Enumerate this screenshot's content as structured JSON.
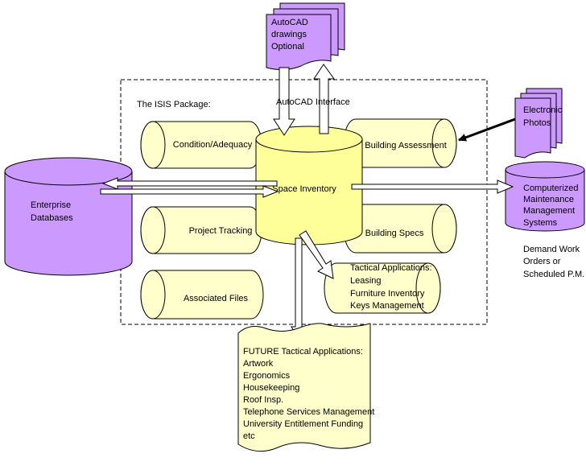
{
  "package_label": "The ISIS Package:",
  "interface_label": "AutoCAD Interface",
  "autocad_doc": {
    "lines": [
      "AutoCAD",
      "drawings",
      "Optional"
    ]
  },
  "photos_doc": {
    "lines": [
      "Electronic",
      "Photos"
    ]
  },
  "enterprise": {
    "lines": [
      "Enterprise",
      "Databases"
    ]
  },
  "space_inventory": {
    "label": "Space Inventory"
  },
  "modules": {
    "condition": "Condition/Adequacy",
    "building_assessment": "Building Assessment",
    "project_tracking": "Project Tracking",
    "building_specs": "Building Specs",
    "associated_files": "Associated Files"
  },
  "tactical": {
    "lines": [
      "Tactical Applications:",
      "Leasing",
      "Furniture Inventory",
      "Keys Management"
    ]
  },
  "cmms": {
    "lines": [
      "Computerized",
      "Maintenance",
      "Management",
      "Systems"
    ]
  },
  "demand": {
    "lines": [
      "Demand Work",
      "Orders or",
      "Scheduled P.M."
    ]
  },
  "future": {
    "lines": [
      "FUTURE Tactical Applications:",
      "Artwork",
      "Ergonomics",
      "Housekeeping",
      "Roof Insp.",
      "Telephone Services Management",
      "University Entitlement Funding",
      "etc"
    ]
  },
  "colors": {
    "purple": "#cc99ff",
    "yellow": "#ffffcc",
    "bright_yellow": "#ffff99",
    "line": "#000000"
  }
}
